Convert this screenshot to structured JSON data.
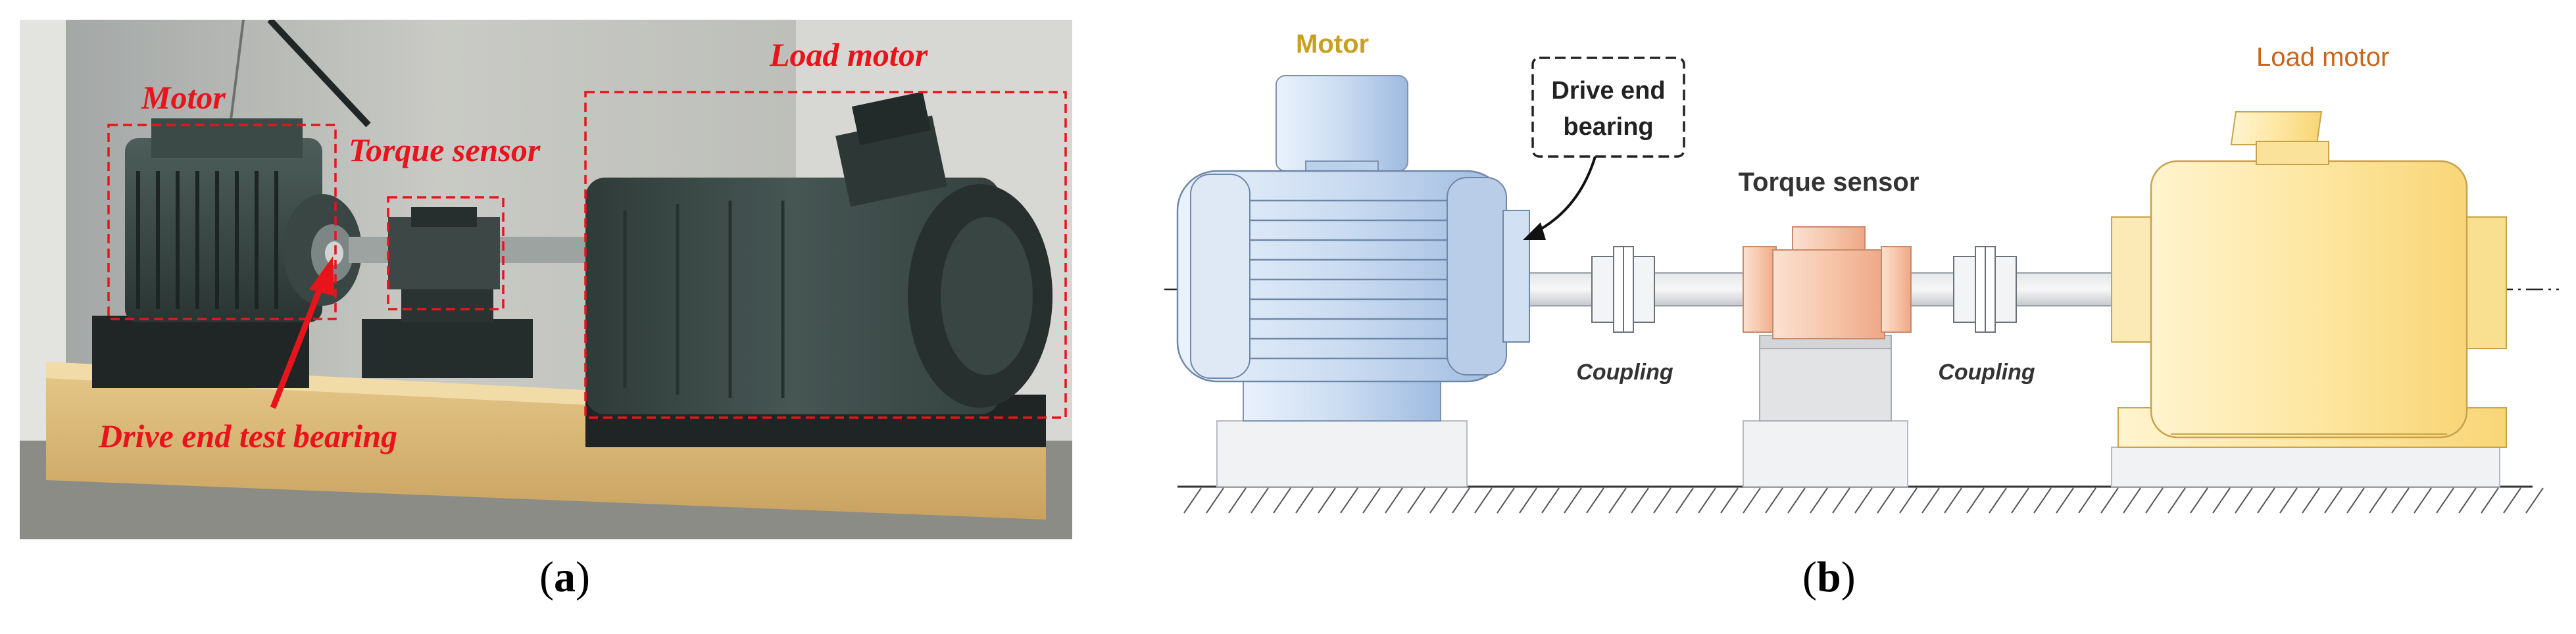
{
  "panel_a": {
    "labels": {
      "motor": "Motor",
      "torque_sensor": "Torque sensor",
      "load_motor": "Load motor",
      "drive_end": "Drive end test bearing"
    },
    "caption_letter": "a",
    "label_color": "#e8141c"
  },
  "panel_b": {
    "labels": {
      "motor": "Motor",
      "drive_end_line1": "Drive end",
      "drive_end_line2": "bearing",
      "torque_sensor": "Torque sensor",
      "coupling_left": "Coupling",
      "coupling_right": "Coupling",
      "load_motor": "Load motor"
    },
    "caption_letter": "b",
    "colors": {
      "motor_label": "#c8a020",
      "load_motor_label": "#c8641c",
      "motor_body": "#cfe0f3",
      "torque_body": "#f7c6ab",
      "load_body": "#fde7a3"
    }
  }
}
